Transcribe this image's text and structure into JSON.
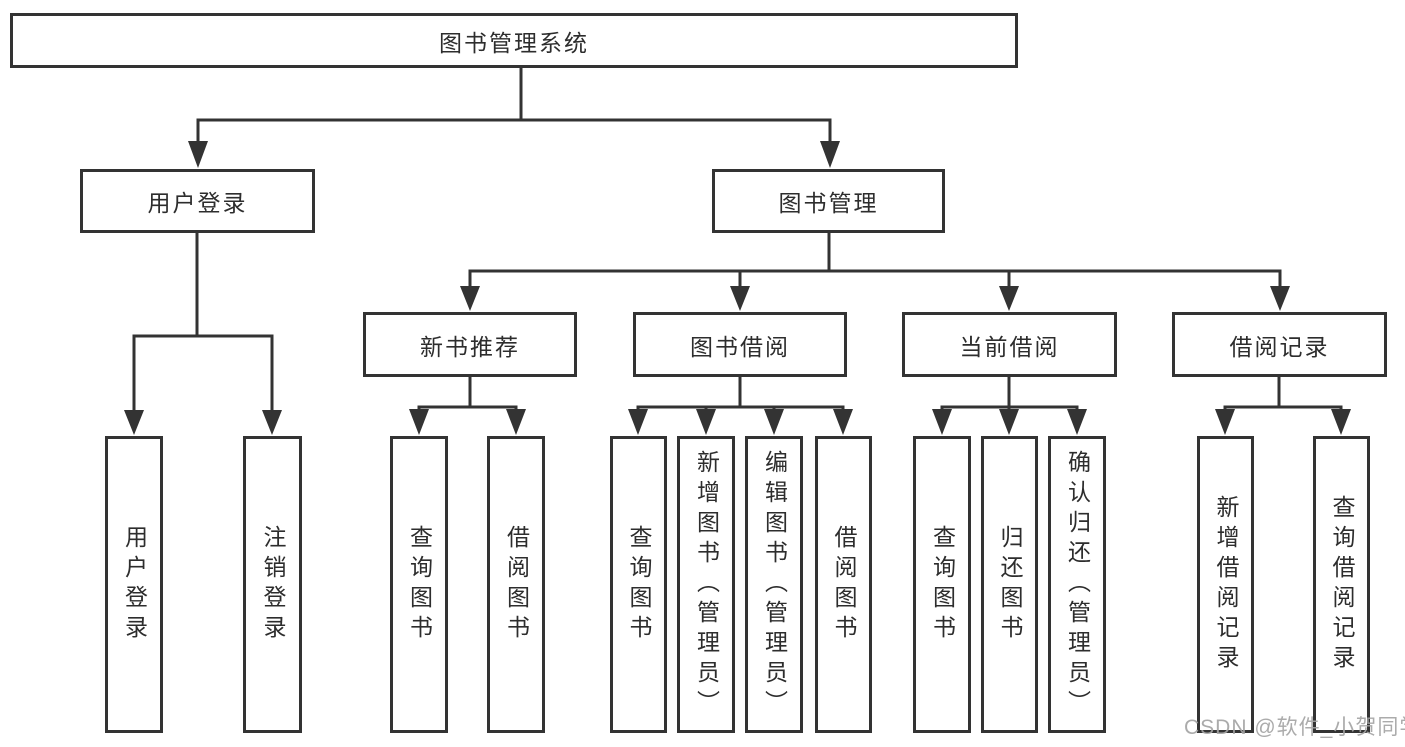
{
  "diagram": {
    "root": "图书管理系统",
    "level1": [
      {
        "label": "用户登录",
        "children": [
          {
            "label": "用户登录"
          },
          {
            "label": "注销登录"
          }
        ]
      },
      {
        "label": "图书管理",
        "children": [
          {
            "label": "新书推荐",
            "children": [
              {
                "label": "查询图书"
              },
              {
                "label": "借阅图书"
              }
            ]
          },
          {
            "label": "图书借阅",
            "children": [
              {
                "label": "查询图书"
              },
              {
                "label": "新增图书（管理员）"
              },
              {
                "label": "编辑图书（管理员）"
              },
              {
                "label": "借阅图书"
              }
            ]
          },
          {
            "label": "当前借阅",
            "children": [
              {
                "label": "查询图书"
              },
              {
                "label": "归还图书"
              },
              {
                "label": "确认归还（管理员）"
              }
            ]
          },
          {
            "label": "借阅记录",
            "children": [
              {
                "label": "新增借阅记录"
              },
              {
                "label": "查询借阅记录"
              }
            ]
          }
        ]
      }
    ]
  },
  "watermark": "CSDN @软件_小贺同学",
  "colors": {
    "line": "#333333",
    "text": "#2d2d2d",
    "watermark": "#a4a4a4",
    "background": "#ffffff"
  }
}
